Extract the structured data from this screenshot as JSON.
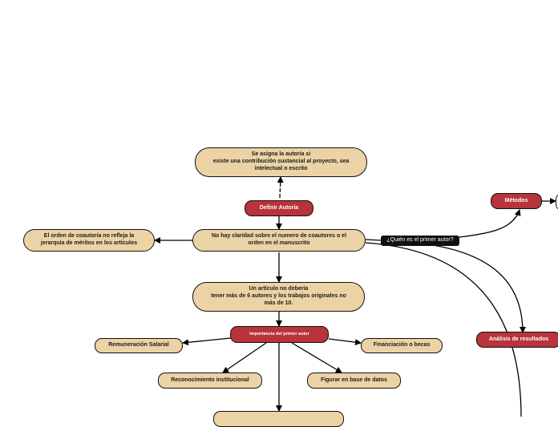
{
  "colors": {
    "tan": "#ecd3a5",
    "red": "#b8333a",
    "black": "#111111",
    "line": "#000000"
  },
  "nodes": {
    "assign": "Se asigna la autoría si\nexiste una contribución sustancial al proyecto, sea\nintelectual o escrito",
    "define": "Definir Autoría",
    "unclear": "No hay claridad sobre el numero de coautores o el\norden en el manuscrito",
    "order": "El orden de coautoría no refleja la\njerarquía de méritos en los artículos",
    "question": "¿Quién es el primer autor?",
    "methods": "Métodos",
    "results": "Análisis de resultados",
    "limit": "Un artículo no debería\ntener más de 6 autores y los trabajos originales no\nmás de 10.",
    "importance": "Importancia del primer autor",
    "salary": "Remuneración Salarial",
    "funding": "Financiación o becas",
    "recognition": "Reconocimiento institucional",
    "database": "Figurar en base de datos",
    "bottom": ""
  }
}
